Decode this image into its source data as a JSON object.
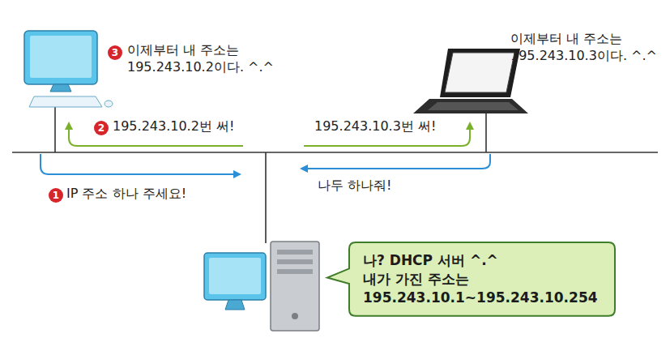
{
  "diagram": {
    "nodes": [
      {
        "text": [
          "나? DHCP 서버 ^.^",
          "내가 가진 주소는 195.243.10.1~195.243.10.254"
        ]
      }
    ],
    "edges": [],
    "labels": [
      "3",
      "이제부터 내 주소는 195.243.10.2이다. ^.^",
      "이제부터 내 주소는 195.243.10.3이다. ^.^",
      "2",
      "195.243.10.2번 써!",
      "195.243.10.3번 써!",
      "1",
      "IP 주소 하나 주세요!",
      "나두 하나줘!"
    ]
  }
}
